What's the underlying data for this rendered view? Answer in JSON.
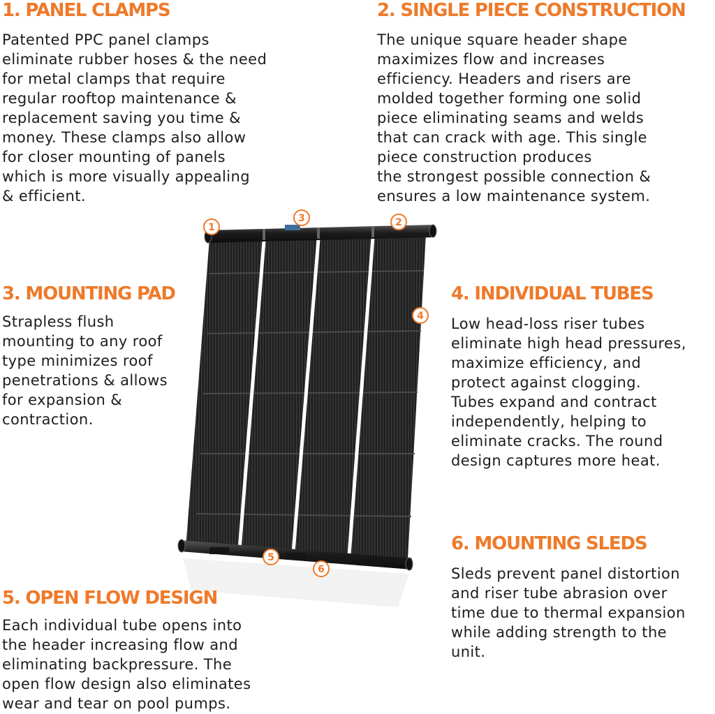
{
  "sections": [
    {
      "number": "1",
      "title": "1. PANEL CLAMPS",
      "lines": [
        "Patented PPC panel clamps",
        "eliminate rubber hoses & the need",
        "for metal clamps that require",
        "regular rooftop maintenance &",
        "replacement saving you time &",
        "money. These clamps also allow",
        "for closer mounting of panels",
        "which is more visually appealing",
        "& efficient."
      ]
    },
    {
      "number": "2",
      "title": "2. SINGLE PIECE CONSTRUCTION",
      "lines": [
        "The unique square header shape",
        "maximizes flow and increases",
        "efficiency. Headers and risers are",
        "molded together forming one solid",
        "piece eliminating seams and welds",
        "that can crack with age. This single",
        "piece construction produces",
        "the strongest possible connection &",
        "ensures a low maintenance system."
      ]
    },
    {
      "number": "3",
      "title": "3. MOUNTING PAD",
      "lines": [
        "Strapless flush",
        "mounting to any roof",
        "type minimizes roof",
        "penetrations & allows",
        "for expansion &",
        "contraction."
      ]
    },
    {
      "number": "4",
      "title": "4. INDIVIDUAL TUBES",
      "lines": [
        "Low head-loss riser tubes",
        "eliminate high head pressures,",
        "maximize efficiency, and",
        "protect against clogging.",
        "Tubes expand and contract",
        "independently, helping to",
        "eliminate cracks. The round",
        "design captures more heat."
      ]
    },
    {
      "number": "5",
      "title": "5. OPEN FLOW DESIGN",
      "lines": [
        "Each individual tube opens into",
        "the header increasing flow and",
        "eliminating backpressure. The",
        "open flow design also eliminates",
        "wear and tear on pool pumps."
      ]
    },
    {
      "number": "6",
      "title": "6. MOUNTING SLEDS",
      "lines": [
        "Sleds prevent panel distortion",
        "and riser tube abrasion over",
        "time due to thermal expansion",
        "while adding strength to the",
        "unit."
      ]
    }
  ],
  "callouts": [
    "1",
    "2",
    "3",
    "4",
    "5",
    "6"
  ],
  "colors": {
    "accent": "#ee7a2a",
    "text": "#1d1d1d",
    "panel": "#1c1c1c",
    "header": "#2b2b2b",
    "background": "#ffffff"
  }
}
